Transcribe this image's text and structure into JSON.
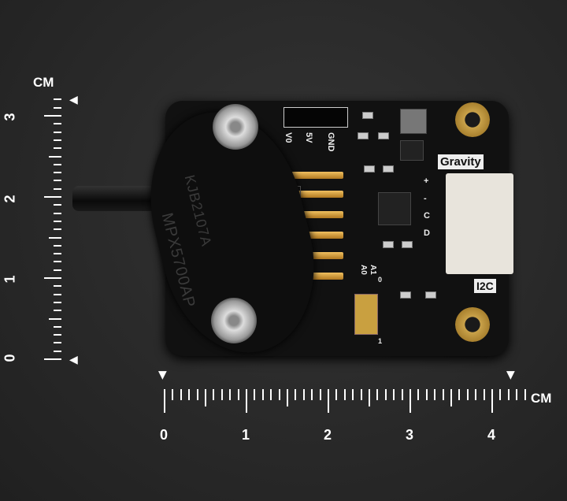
{
  "vertical_ruler": {
    "unit": "CM",
    "labels": [
      "3",
      "2",
      "1",
      "0"
    ]
  },
  "horizontal_ruler": {
    "unit": "CM",
    "labels": [
      "0",
      "1",
      "2",
      "3",
      "4"
    ]
  },
  "board": {
    "header_labels": [
      "V0",
      "5V",
      "GND"
    ],
    "gravity_label": "Gravity",
    "i2c_label": "I2C",
    "pin_labels": [
      "+",
      "-",
      "C",
      "D"
    ],
    "sensor_text": [
      "MPX5700AP",
      "KJB2107A"
    ],
    "switch_labels": [
      "A0",
      "A1",
      "0",
      "1"
    ]
  }
}
